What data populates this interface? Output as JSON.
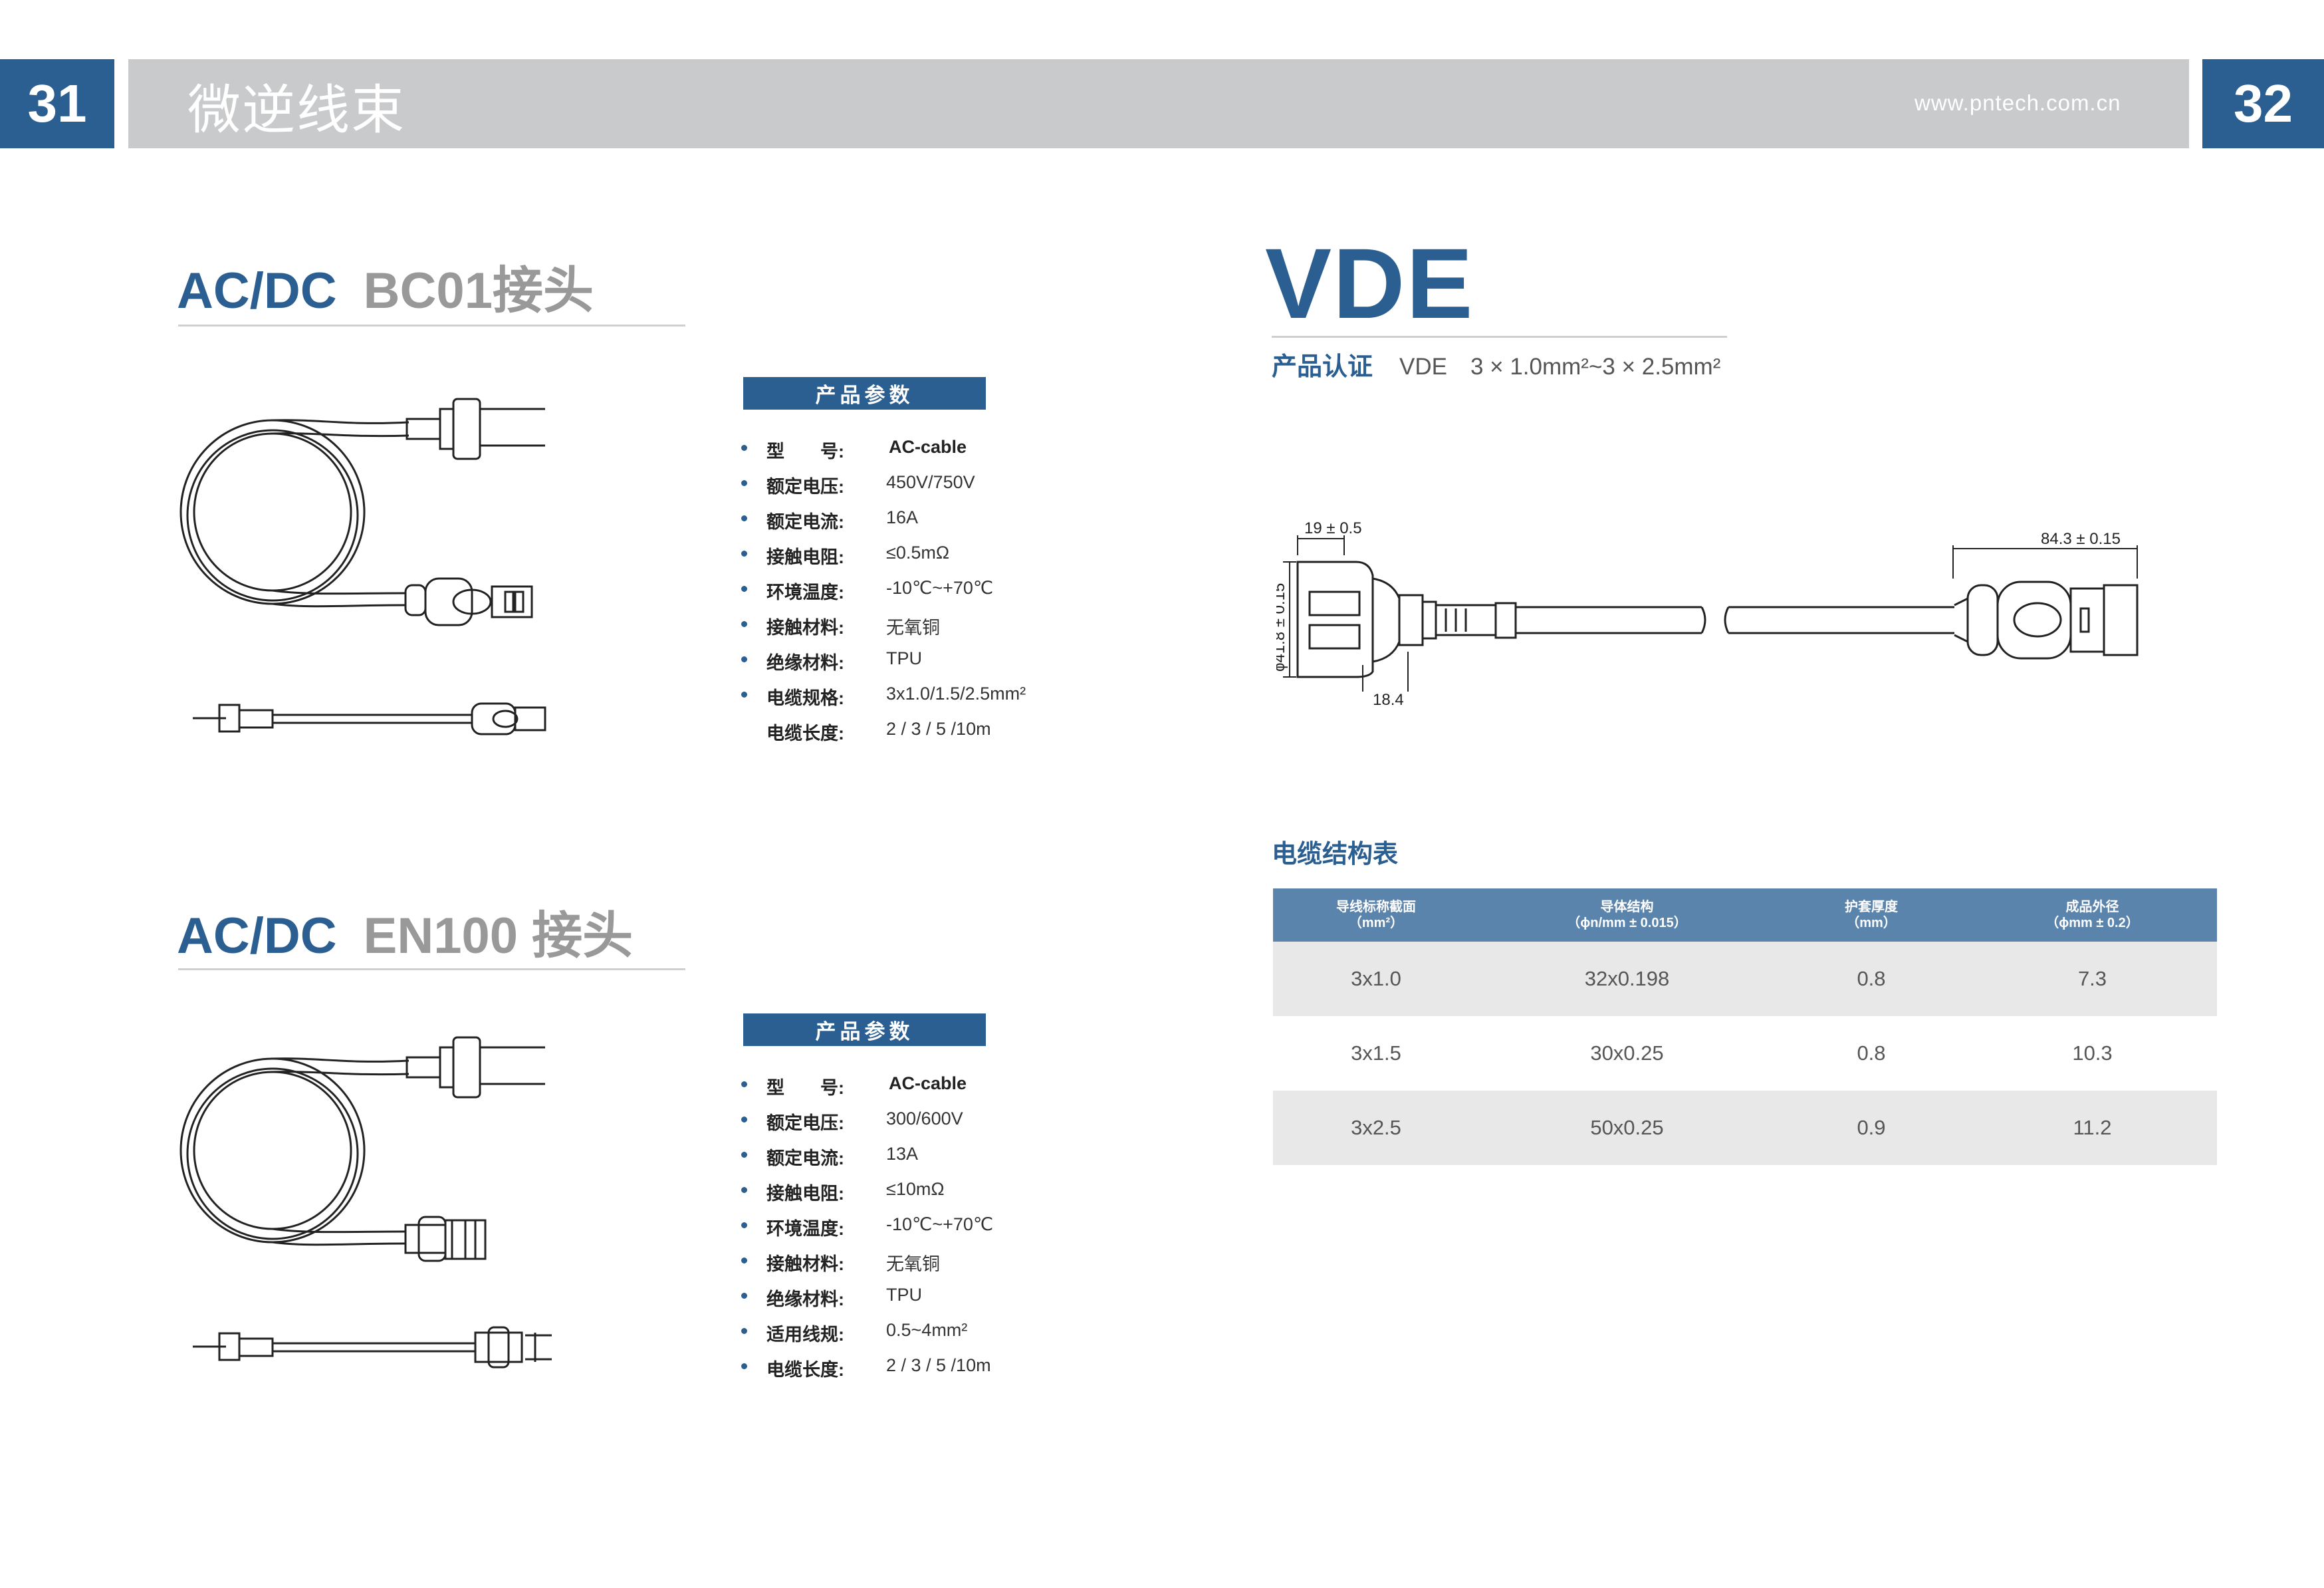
{
  "header": {
    "page_left": "31",
    "page_right": "32",
    "title": "微逆线束",
    "url": "www.pntech.com.cn"
  },
  "sections": [
    {
      "title_a": "AC/DC",
      "title_b": "BC01接头",
      "spec_head": "产品参数",
      "specs": [
        {
          "k": "型　　号:",
          "v": "AC-cable"
        },
        {
          "k": "额定电压:",
          "v": "450V/750V"
        },
        {
          "k": "额定电流:",
          "v": "16A"
        },
        {
          "k": "接触电阻:",
          "v": "≤0.5mΩ"
        },
        {
          "k": "环境温度:",
          "v": "-10℃~+70℃"
        },
        {
          "k": "接触材料:",
          "v": "无氧铜"
        },
        {
          "k": "绝缘材料:",
          "v": "TPU"
        },
        {
          "k": "电缆规格:",
          "v": "3x1.0/1.5/2.5mm²"
        },
        {
          "k": "电缆长度:",
          "v": "2 / 3 / 5 /10m"
        }
      ]
    },
    {
      "title_a": "AC/DC",
      "title_b": "EN100 接头",
      "spec_head": "产品参数",
      "specs": [
        {
          "k": "型　　号:",
          "v": "AC-cable"
        },
        {
          "k": "额定电压:",
          "v": "300/600V"
        },
        {
          "k": "额定电流:",
          "v": "13A"
        },
        {
          "k": "接触电阻:",
          "v": "≤10mΩ"
        },
        {
          "k": "环境温度:",
          "v": "-10℃~+70℃"
        },
        {
          "k": "接触材料:",
          "v": "无氧铜"
        },
        {
          "k": "绝缘材料:",
          "v": "TPU"
        },
        {
          "k": "适用线规:",
          "v": "0.5~4mm²"
        },
        {
          "k": "电缆长度:",
          "v": "2 / 3 / 5 /10m"
        }
      ]
    }
  ],
  "vde": {
    "logo": "VDE",
    "cert_label": "产品认证",
    "cert_value": "VDE　3 × 1.0mm²~3 × 2.5mm²",
    "dims": {
      "a": "19 ± 0.5",
      "b": "ϕ41.8 ± 0.15",
      "c": "18.4",
      "d": "84.3 ± 0.15"
    },
    "table_title": "电缆结构表",
    "table_headers": [
      [
        "导线标称截面",
        "（mm²）"
      ],
      [
        "导体结构",
        "（ϕn/mm ± 0.015）"
      ],
      [
        "护套厚度",
        "（mm）"
      ],
      [
        "成品外径",
        "（ϕmm ± 0.2）"
      ]
    ],
    "table_rows": [
      [
        "3x1.0",
        "32x0.198",
        "0.8",
        "7.3"
      ],
      [
        "3x1.5",
        "30x0.25",
        "0.8",
        "10.3"
      ],
      [
        "3x2.5",
        "50x0.25",
        "0.9",
        "11.2"
      ]
    ]
  }
}
